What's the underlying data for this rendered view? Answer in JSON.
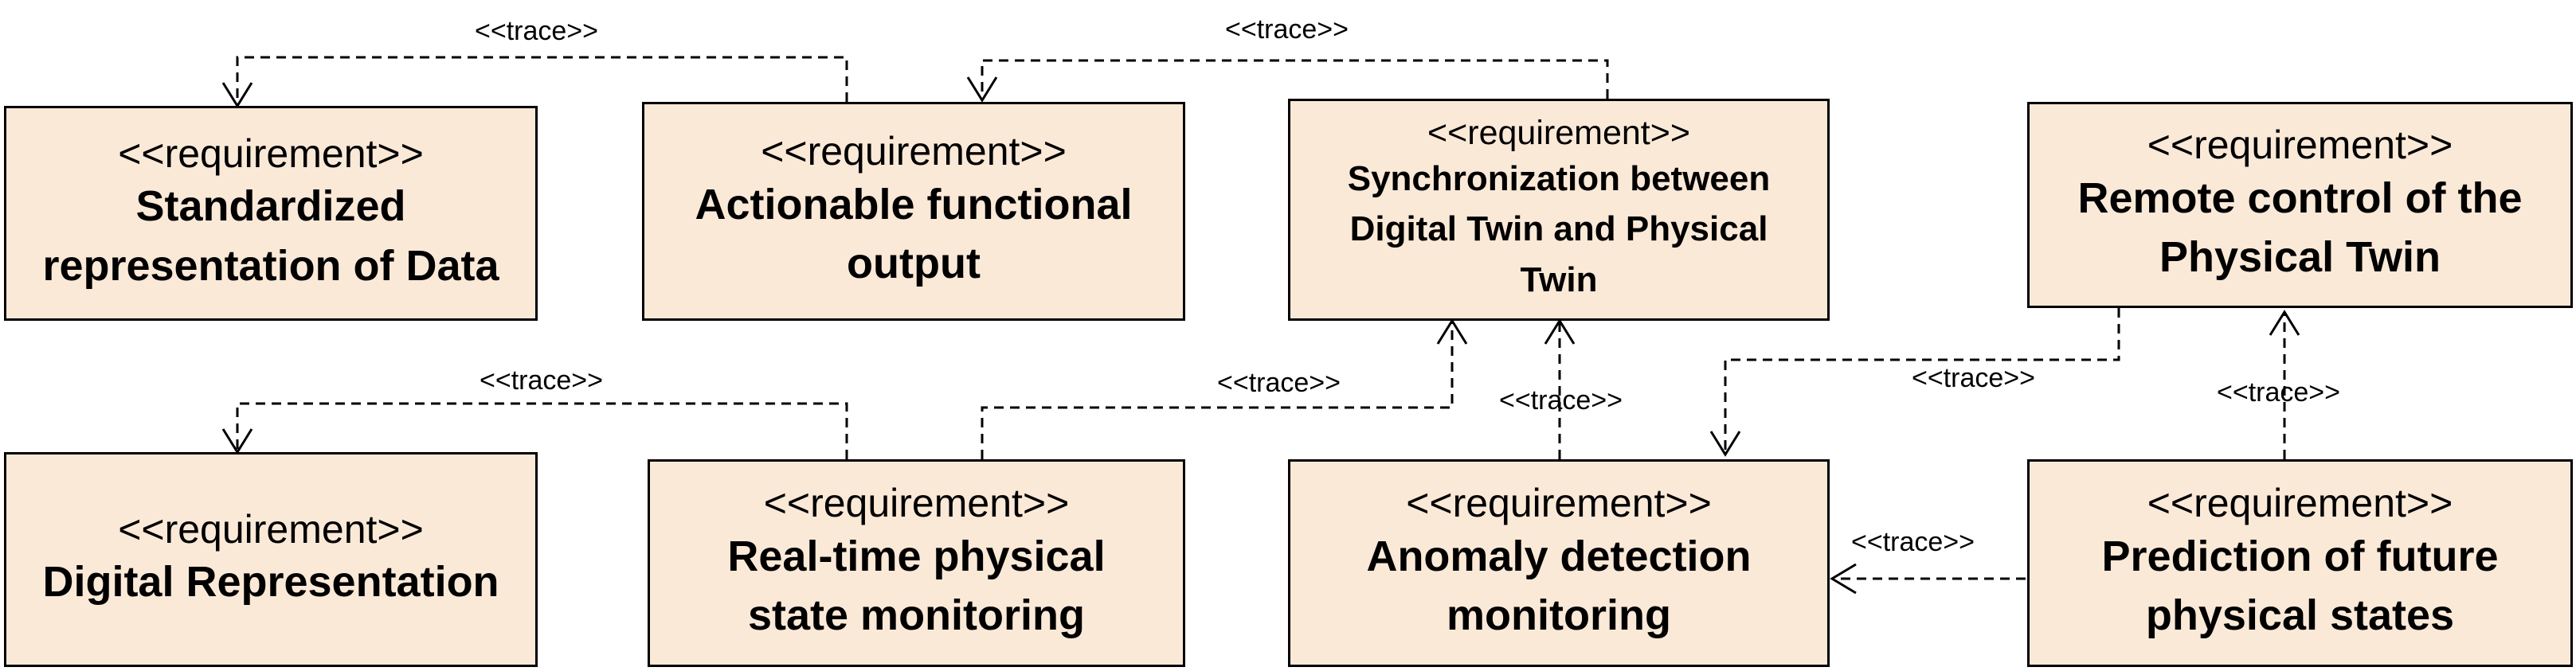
{
  "requirements": [
    {
      "id": "r1",
      "stereotype": "<<requirement>>",
      "name": "Standardized representation of Data"
    },
    {
      "id": "r2",
      "stereotype": "<<requirement>>",
      "name": "Actionable functional output"
    },
    {
      "id": "r3",
      "stereotype": "<<requirement>>",
      "name": "Synchronization between Digital Twin and Physical Twin"
    },
    {
      "id": "r4",
      "stereotype": "<<requirement>>",
      "name": "Remote control of the Physical Twin"
    },
    {
      "id": "r5",
      "stereotype": "<<requirement>>",
      "name": "Digital Representation"
    },
    {
      "id": "r6",
      "stereotype": "<<requirement>>",
      "name": "Real-time physical state monitoring"
    },
    {
      "id": "r7",
      "stereotype": "<<requirement>>",
      "name": "Anomaly detection monitoring"
    },
    {
      "id": "r8",
      "stereotype": "<<requirement>>",
      "name": "Prediction of future physical states"
    }
  ],
  "trace_label": "<<trace>>",
  "traces": [
    {
      "from": "Actionable functional output",
      "to": "Standardized representation of Data",
      "label": "<<trace>>"
    },
    {
      "from": "Synchronization between Digital Twin and Physical Twin",
      "to": "Actionable functional output",
      "label": "<<trace>>"
    },
    {
      "from": "Real-time physical state monitoring",
      "to": "Digital Representation",
      "label": "<<trace>>"
    },
    {
      "from": "Real-time physical state monitoring",
      "to": "Synchronization between Digital Twin and Physical Twin",
      "label": "<<trace>>"
    },
    {
      "from": "Anomaly detection monitoring",
      "to": "Synchronization between Digital Twin and Physical Twin",
      "label": "<<trace>>"
    },
    {
      "from": "Remote control of the Physical Twin",
      "to": "Anomaly detection monitoring",
      "label": "<<trace>>"
    },
    {
      "from": "Prediction of future physical states",
      "to": "Remote control of the Physical Twin",
      "label": "<<trace>>"
    },
    {
      "from": "Prediction of future physical states",
      "to": "Anomaly detection monitoring",
      "label": "<<trace>>"
    }
  ],
  "colors": {
    "block_fill": "#fbe9d8",
    "stroke": "#000000"
  }
}
